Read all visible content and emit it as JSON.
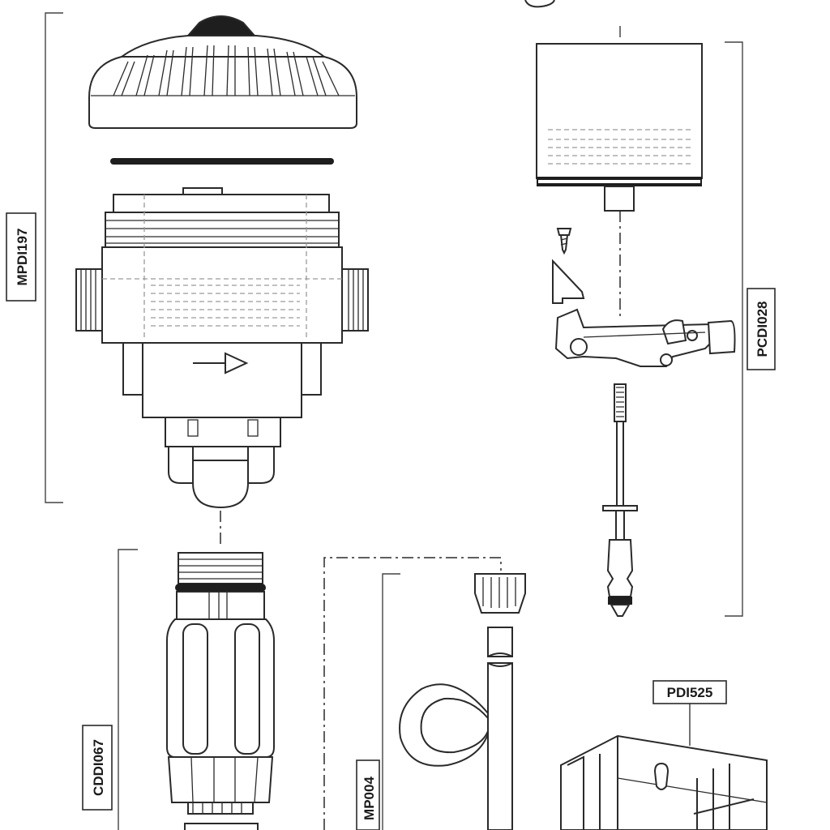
{
  "labels": {
    "mpdi197": "MPDI197",
    "pcdi028": "PCDI028",
    "cddi067": "CDDI067",
    "mp004": "MP004",
    "pdi525": "PDI525"
  },
  "colors": {
    "line": "#2a2a2a",
    "hidden": "#9a9a9a",
    "background": "#ffffff"
  }
}
